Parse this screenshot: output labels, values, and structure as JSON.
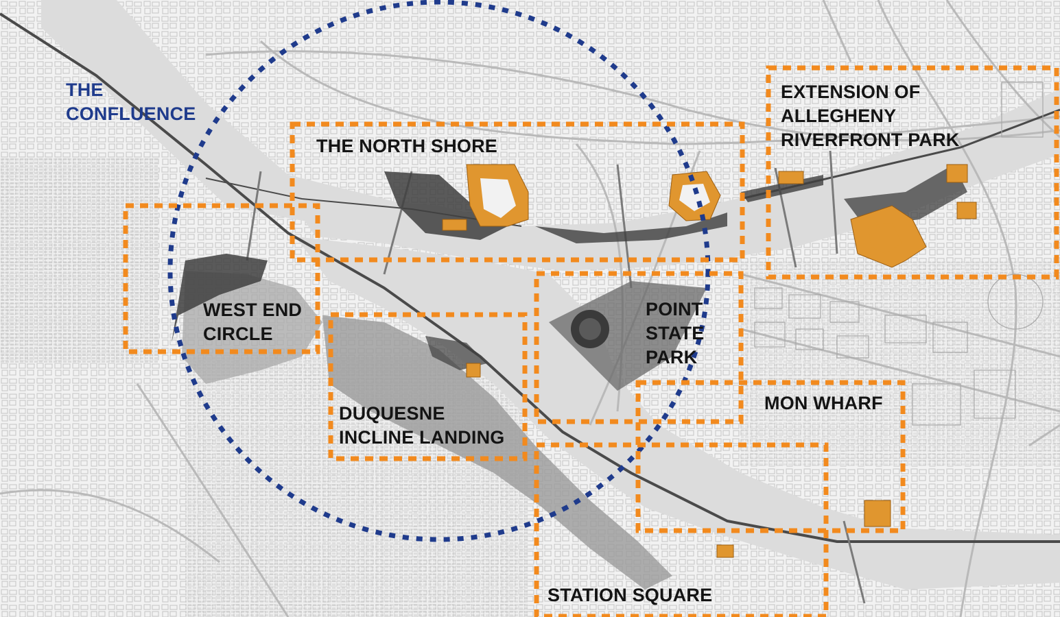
{
  "map": {
    "colors": {
      "land": "#f2f2f2",
      "river": "#dcdcdc",
      "river_shaded": "#9a9a9a",
      "streets": "#b9b9b9",
      "rail": "#4a4a4a",
      "parks": "#3f3f3f",
      "focus_buildings": "#e0962f",
      "zone_outline": "#f28a1e",
      "confluence_circle": "#1f3b8c"
    },
    "confluence": {
      "lines": [
        "THE",
        "CONFLUENCE"
      ]
    },
    "zones": [
      {
        "id": "north-shore",
        "lines": [
          "THE NORTH SHORE"
        ]
      },
      {
        "id": "allegheny-riverfront",
        "lines": [
          "EXTENSION OF",
          "ALLEGHENY",
          "RIVERFRONT PARK"
        ]
      },
      {
        "id": "west-end-circle",
        "lines": [
          "WEST END",
          "CIRCLE"
        ]
      },
      {
        "id": "point-state-park",
        "lines": [
          "POINT",
          "STATE",
          "PARK"
        ]
      },
      {
        "id": "duquesne-incline",
        "lines": [
          "DUQUESNE",
          "INCLINE LANDING"
        ]
      },
      {
        "id": "mon-wharf",
        "lines": [
          "MON WHARF"
        ]
      },
      {
        "id": "station-square",
        "lines": [
          "STATION SQUARE"
        ]
      }
    ]
  }
}
